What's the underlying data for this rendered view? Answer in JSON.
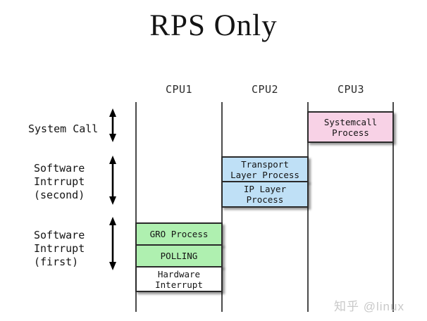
{
  "title": "RPS Only",
  "watermark": "知乎 @linux",
  "columns": {
    "cpu1": "CPU1",
    "cpu2": "CPU2",
    "cpu3": "CPU3"
  },
  "row_labels": {
    "system_call": "System Call",
    "software_interrupt_second": "Software\nIntrrupt\n(second)",
    "software_interrupt_first": "Software\nIntrrupt\n(first)"
  },
  "boxes": {
    "systemcall": {
      "label": "Systemcall\nProcess",
      "color": "#f8d2e6",
      "cpu": "CPU3"
    },
    "transport": {
      "label": "Transport\nLayer Process",
      "color": "#bfe0f6",
      "cpu": "CPU2"
    },
    "ip": {
      "label": "IP Layer\nProcess",
      "color": "#bfe0f6",
      "cpu": "CPU2"
    },
    "gro": {
      "label": "GRO Process",
      "color": "#aff0b0",
      "cpu": "CPU1"
    },
    "polling": {
      "label": "POLLING",
      "color": "#aff0b0",
      "cpu": "CPU1"
    },
    "hardware": {
      "label": "Hardware\nInterrupt",
      "color": "#ffffff",
      "cpu": "CPU1"
    }
  },
  "line_color": "#4a4a4a",
  "border_color": "#2a2a2a"
}
